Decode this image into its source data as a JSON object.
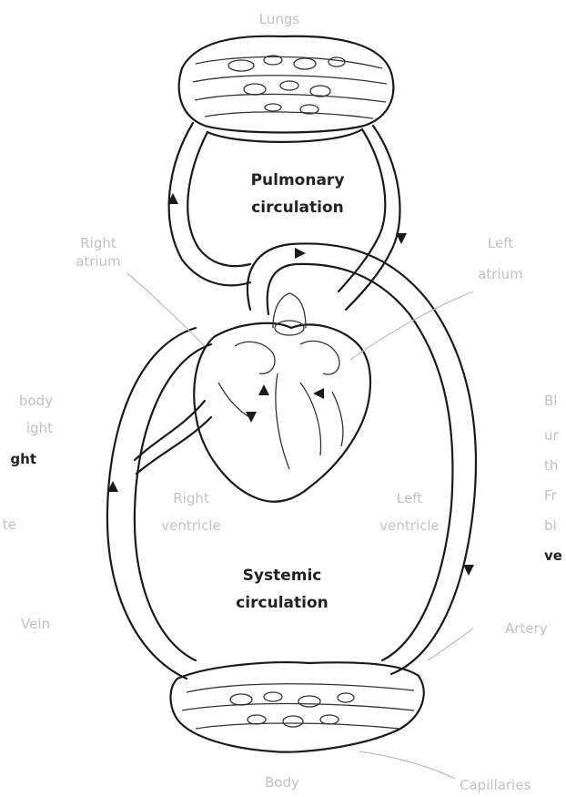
{
  "labels": {
    "lungs": "Lungs",
    "pulmonary": [
      "Pulmonary",
      "circulation"
    ],
    "right_atrium": [
      "Right",
      "atrium"
    ],
    "left_atrium": [
      "Left",
      "atrium"
    ],
    "right_ventricle": [
      "Right",
      "ventricle"
    ],
    "left_ventricle": [
      "Left",
      "ventricle"
    ],
    "systemic": [
      "Systemic",
      "circulation"
    ],
    "vein": "Vein",
    "artery": "Artery",
    "body": "Body",
    "capillaries": "Capillaries"
  },
  "left_edge_text": [
    "body",
    "ight",
    "ght",
    "te"
  ],
  "right_edge_text": [
    "Bl",
    "ur",
    "th",
    "Fr",
    "bl",
    "ve"
  ]
}
